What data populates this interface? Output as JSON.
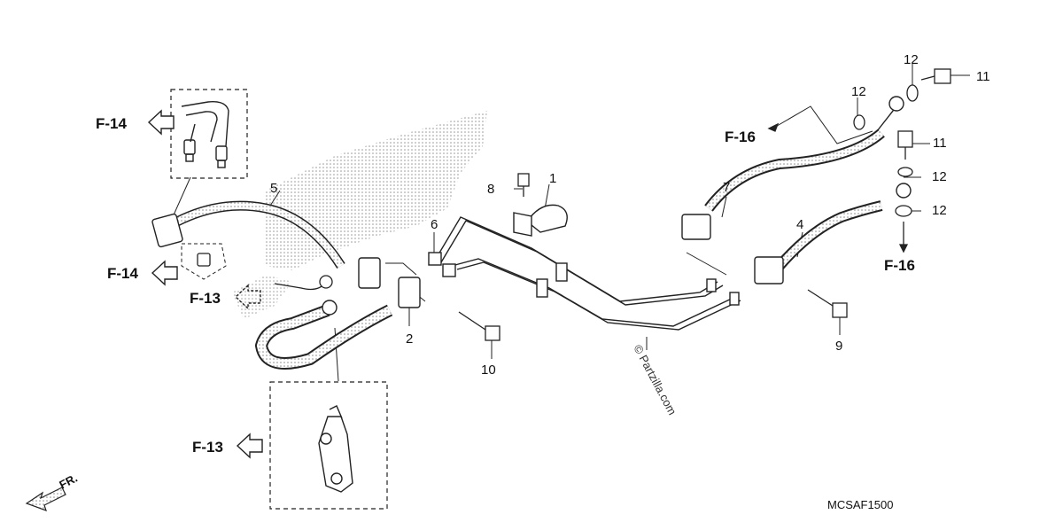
{
  "diagram": {
    "code": "MCSAF1500",
    "watermark": "© Partzilla.com",
    "front_label": "FR.",
    "refs": {
      "f14_top": "F-14",
      "f14_mid": "F-14",
      "f13_mid": "F-13",
      "f13_bot": "F-13",
      "f16_top": "F-16",
      "f16_right": "F-16"
    },
    "parts": {
      "p1": "1",
      "p2": "2",
      "p4": "4",
      "p5": "5",
      "p6": "6",
      "p7": "7",
      "p8": "8",
      "p9": "9",
      "p10": "10",
      "p11a": "11",
      "p11b": "11",
      "p12a": "12",
      "p12b": "12",
      "p12c": "12",
      "p12d": "12"
    }
  }
}
